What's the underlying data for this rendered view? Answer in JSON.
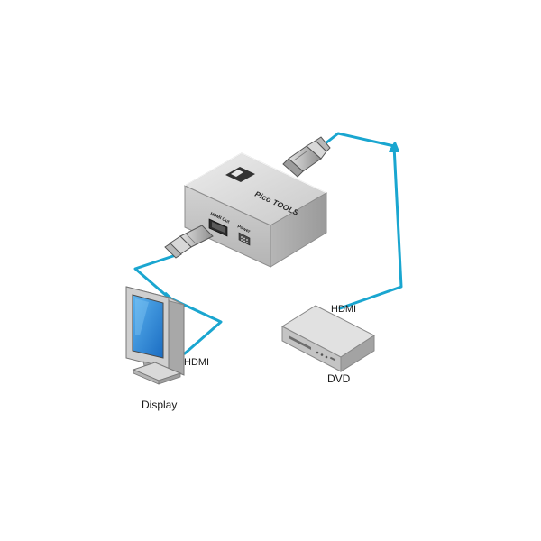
{
  "labels": {
    "display": "Display",
    "dvd": "DVD",
    "hdmi_display": "HDMI",
    "hdmi_dvd": "HDMI"
  },
  "device": {
    "brand": "Pico TOOLS",
    "port_out": "HDMI Out",
    "port_power": "Power"
  },
  "colors": {
    "cable": "#1aa6d0",
    "device_body": "#d6d6d6",
    "screen": "#2a86d8"
  },
  "icons": {
    "display": "monitor-icon",
    "dvd": "dvd-player-icon",
    "hub": "hdmi-device-icon",
    "arrow": "direction-arrow-icon",
    "connector": "hdmi-connector-icon"
  }
}
